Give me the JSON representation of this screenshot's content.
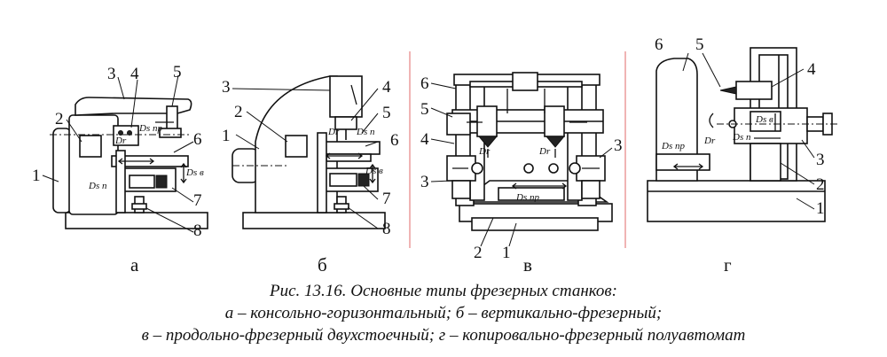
{
  "figure": {
    "caption_line1": "Рис. 13.16. Основные типы фрезерных станков:",
    "caption_line2": "а – консольно-горизонтальный;   б – вертикально-фрезерный;",
    "caption_line3": "в – продольно-фрезерный двухстоечный;   г – копировально-фрезерный полуавтомат",
    "sublabels": {
      "a": "а",
      "b": "б",
      "v": "в",
      "g": "г"
    },
    "panel_a": {
      "labels": [
        "1",
        "2",
        "3",
        "4",
        "5",
        "6",
        "7",
        "8"
      ]
    },
    "panel_b": {
      "labels": [
        "1",
        "2",
        "3",
        "4",
        "5",
        "6",
        "7",
        "8"
      ]
    },
    "panel_v": {
      "labels": [
        "1",
        "2",
        "3",
        "4",
        "5",
        "6"
      ],
      "label_3_right": "3"
    },
    "panel_g": {
      "labels": [
        "1",
        "2",
        "3",
        "4",
        "5",
        "6"
      ]
    },
    "motions": {
      "dr": "Dr",
      "ds_pr": "Ds пр",
      "ds_p": "Ds п",
      "ds_v": "Ds в"
    }
  }
}
